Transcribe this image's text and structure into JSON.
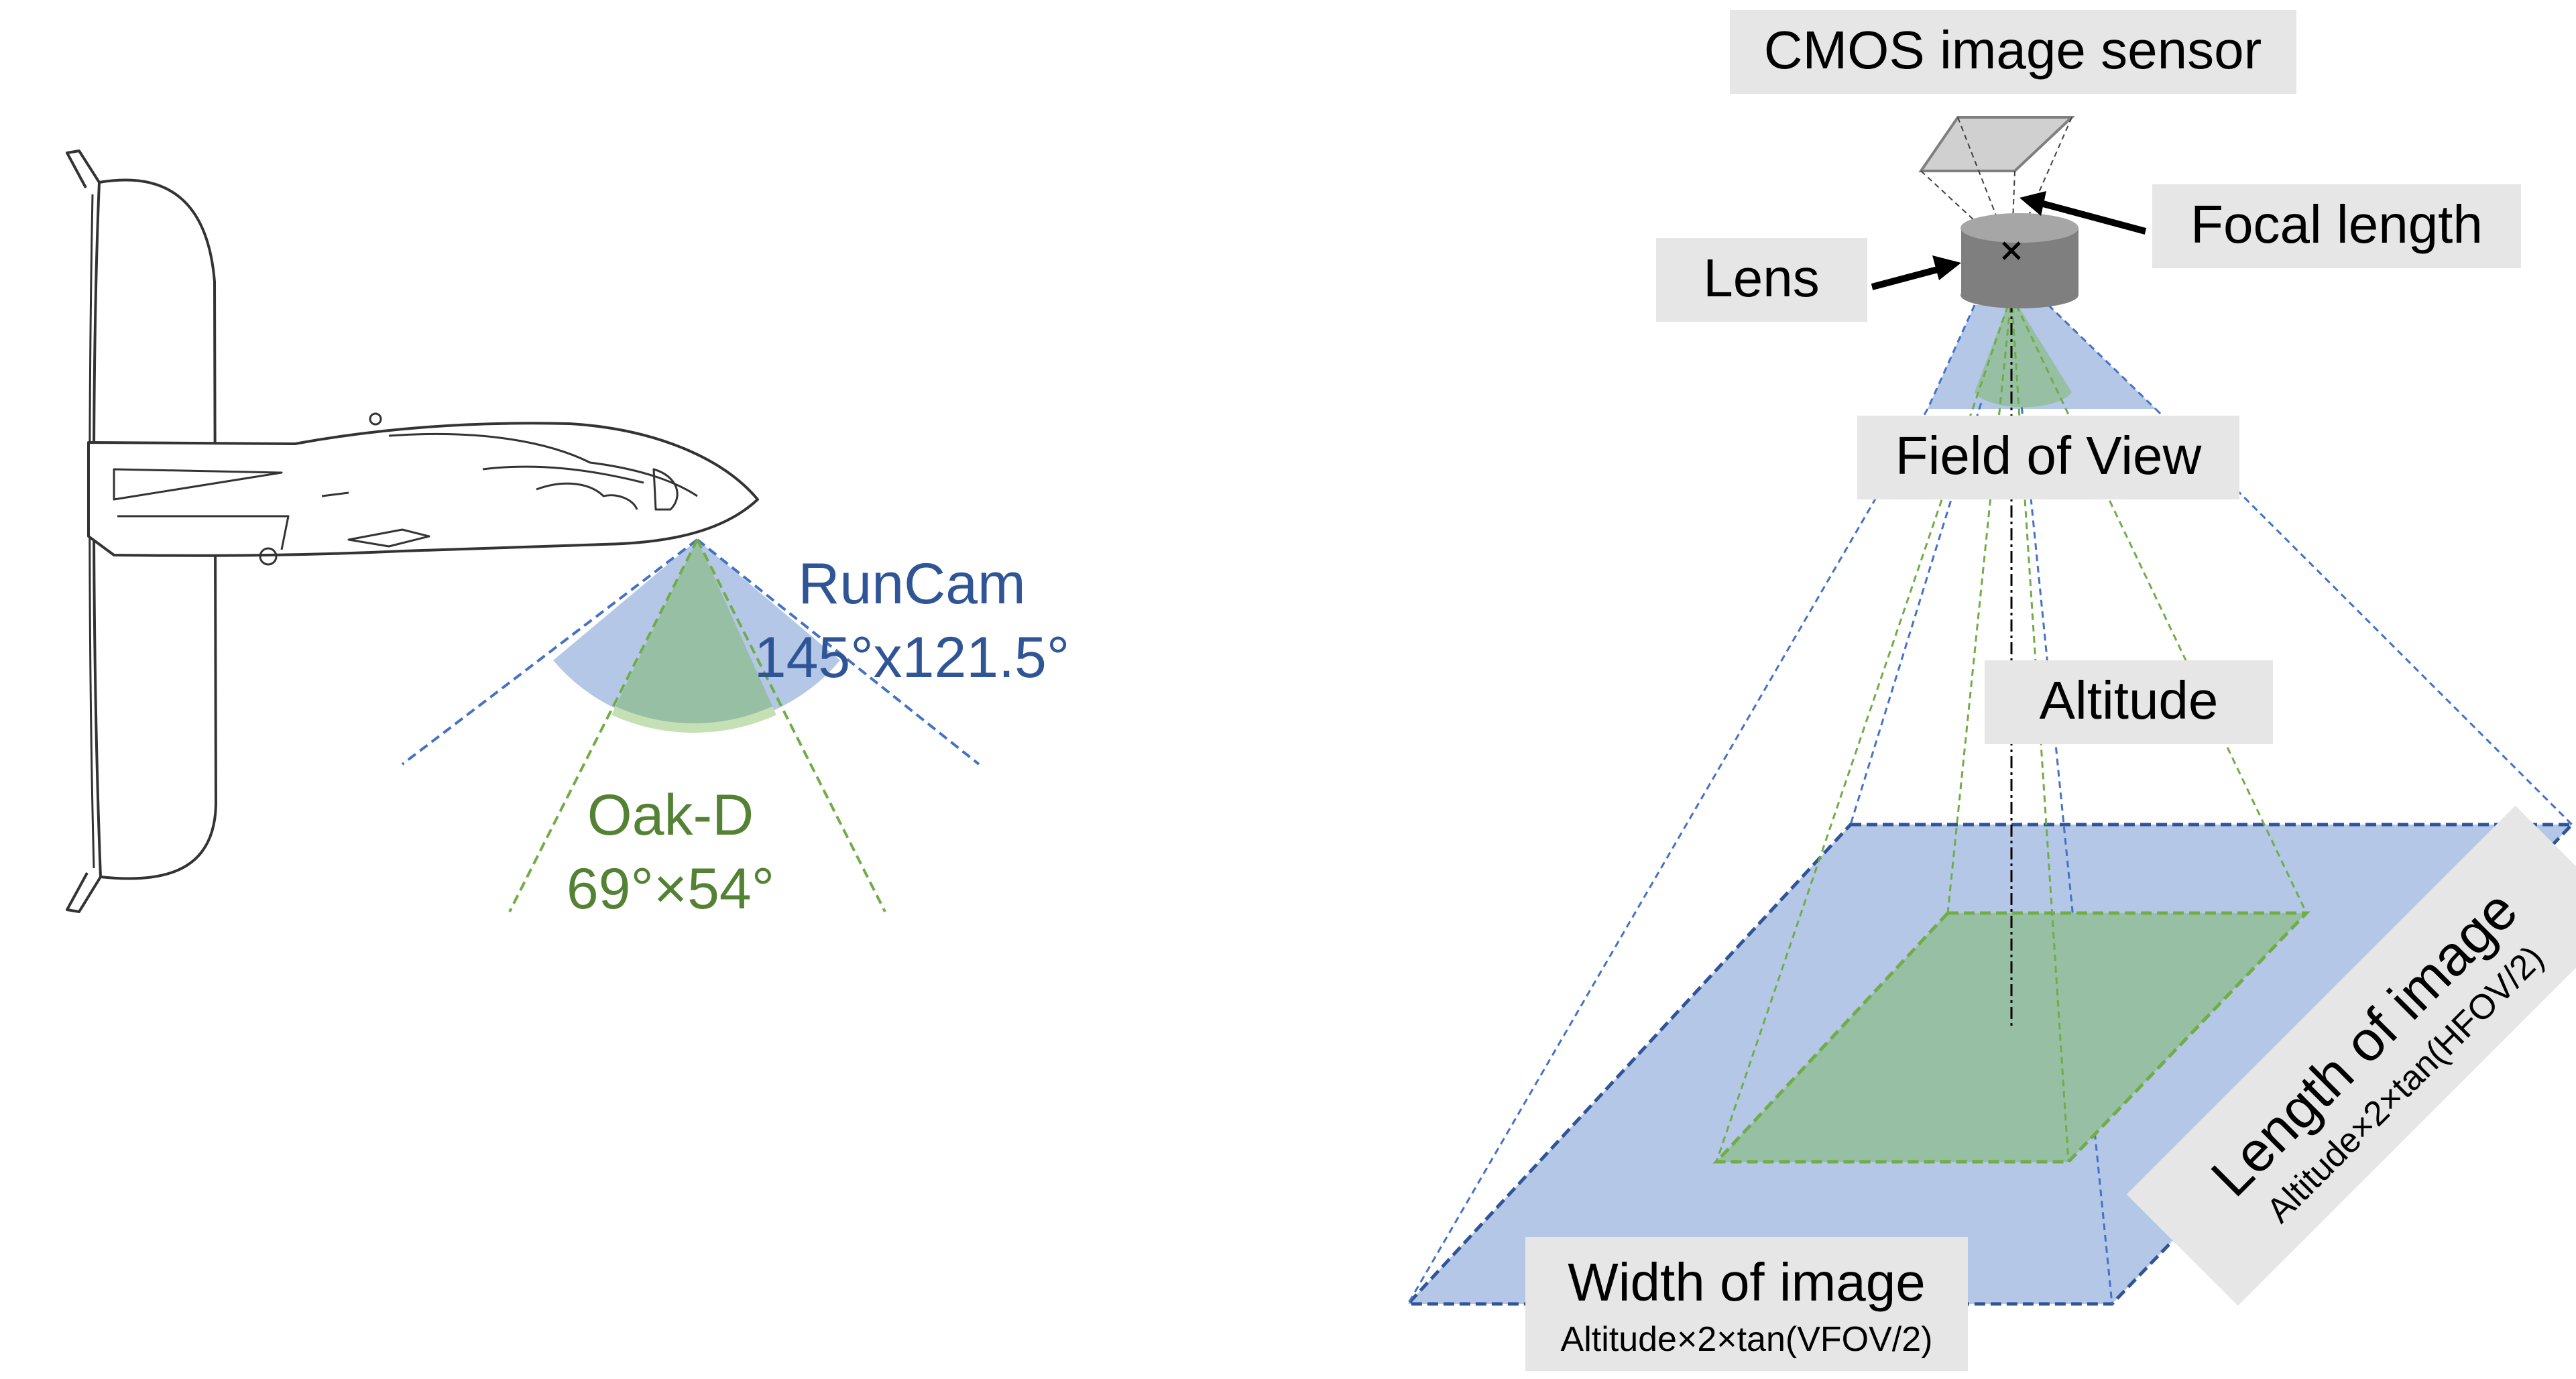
{
  "left_panel": {
    "runcam_name": "RunCam",
    "runcam_fov": "145°x121.5°",
    "oakd_name": "Oak-D",
    "oakd_fov": "69°×54°"
  },
  "right_panel": {
    "cmos_label": "CMOS image sensor",
    "focal_label": "Focal length",
    "lens_label": "Lens",
    "fov_label": "Field of View",
    "altitude_label": "Altitude",
    "width_label": "Width of image",
    "width_formula": "Altitude×2×tan(VFOV/2)",
    "length_label": "Length of image",
    "length_formula": "Altitude×2×tan(HFOV/2)"
  },
  "colors": {
    "blue_fill": "#b4c7e7",
    "blue_text": "#2f5597",
    "blue_line": "#4472c4",
    "green_fill": "#97bfa4",
    "green_text": "#548235",
    "green_line": "#70ad47",
    "label_bg": "#e6e6e6"
  }
}
